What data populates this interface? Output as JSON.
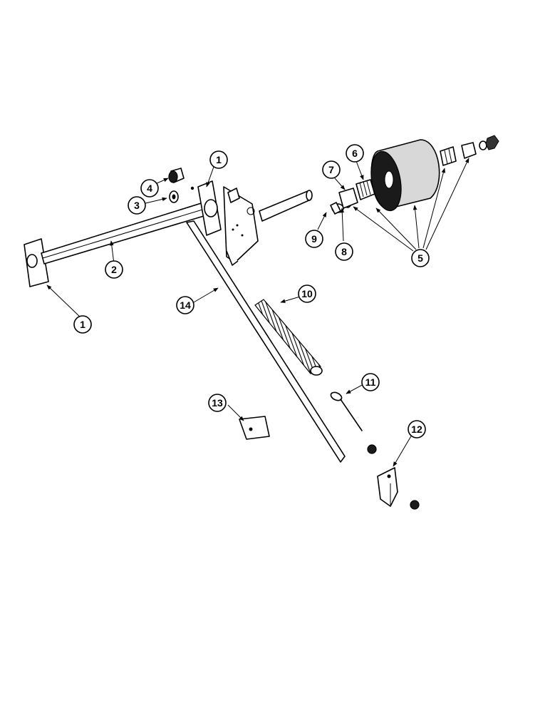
{
  "callouts": [
    {
      "id": "c1a",
      "label": "1"
    },
    {
      "id": "c1b",
      "label": "1"
    },
    {
      "id": "c2",
      "label": "2"
    },
    {
      "id": "c3",
      "label": "3"
    },
    {
      "id": "c4",
      "label": "4"
    },
    {
      "id": "c5",
      "label": "5"
    },
    {
      "id": "c6",
      "label": "6"
    },
    {
      "id": "c7",
      "label": "7"
    },
    {
      "id": "c8",
      "label": "8"
    },
    {
      "id": "c9",
      "label": "9"
    },
    {
      "id": "c10",
      "label": "10"
    },
    {
      "id": "c11",
      "label": "11"
    },
    {
      "id": "c12",
      "label": "12"
    },
    {
      "id": "c13",
      "label": "13"
    },
    {
      "id": "c14",
      "label": "14"
    }
  ]
}
